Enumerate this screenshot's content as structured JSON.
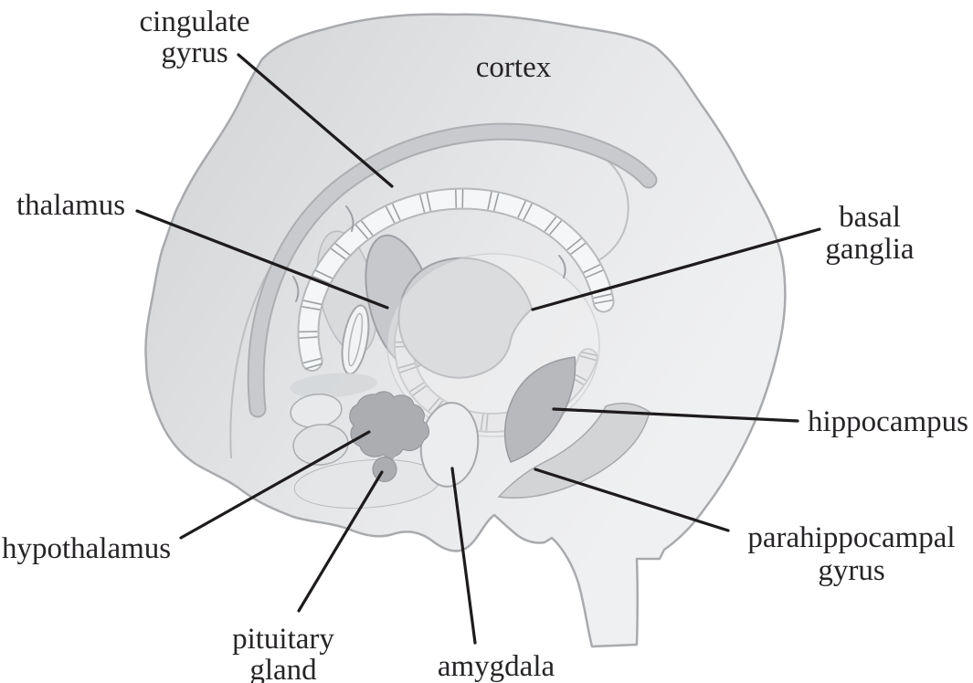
{
  "figure": {
    "type": "labeled anatomical diagram",
    "subject": "human brain, medial view, limbic system structures",
    "labels": [
      {
        "id": "cingulate-gyrus",
        "lines": [
          "cingulate",
          "gyrus"
        ]
      },
      {
        "id": "cortex",
        "lines": [
          "cortex"
        ]
      },
      {
        "id": "thalamus",
        "lines": [
          "thalamus"
        ]
      },
      {
        "id": "basal-ganglia",
        "lines": [
          "basal",
          "ganglia"
        ]
      },
      {
        "id": "hippocampus",
        "lines": [
          "hippocampus"
        ]
      },
      {
        "id": "parahippocampal-gyrus",
        "lines": [
          "parahippocampal",
          "gyrus"
        ]
      },
      {
        "id": "hypothalamus",
        "lines": [
          "hypothalamus"
        ]
      },
      {
        "id": "pituitary-gland",
        "lines": [
          "pituitary",
          "gland"
        ]
      },
      {
        "id": "amygdala",
        "lines": [
          "amygdala"
        ]
      }
    ],
    "colors": {
      "background": "#ffffff",
      "brain_fill_light": "#eff0f1",
      "brain_fill_dark": "#d0d2d4",
      "band_gray": "#c8cacd",
      "structure_dark_gray": "#abadb1",
      "hippocampus_gray": "#b7b9bd",
      "outline_gray": "#a8aaad",
      "leader_line": "#1e1b1c",
      "label_text": "#272427"
    }
  }
}
